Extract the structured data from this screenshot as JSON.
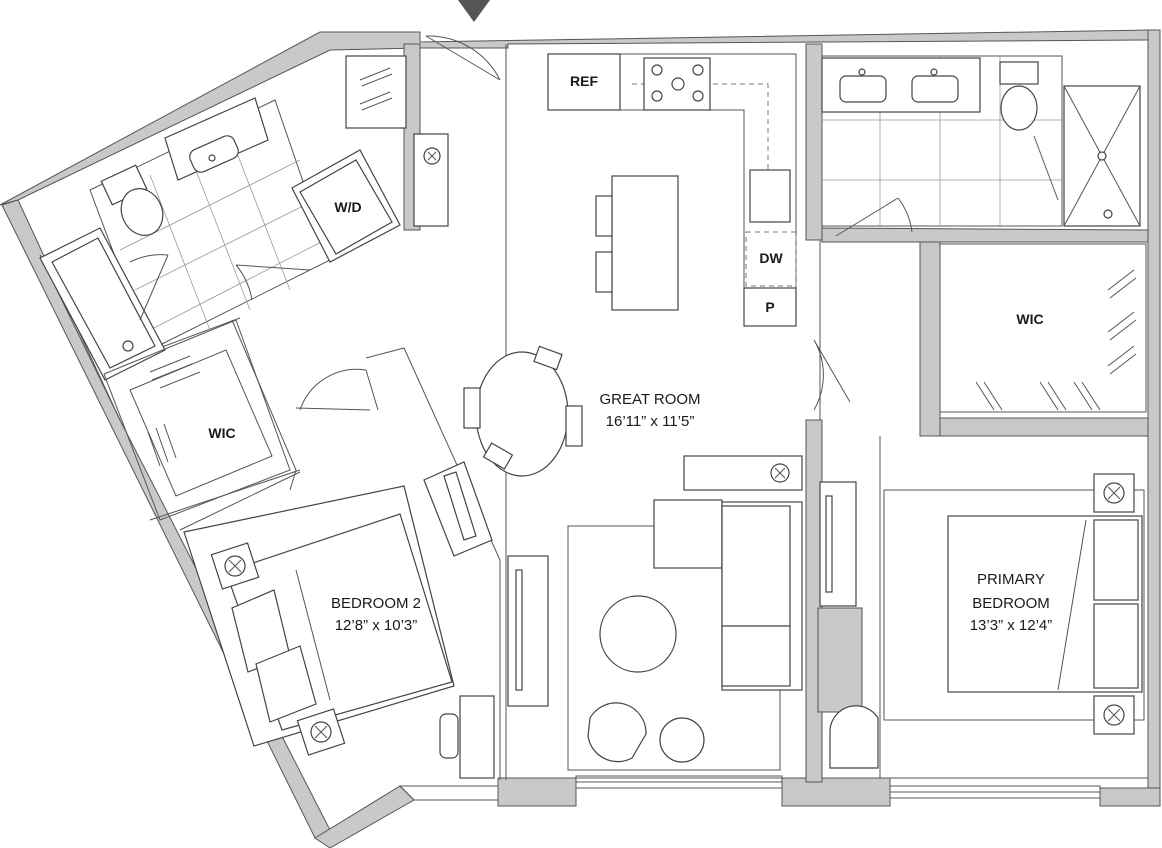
{
  "rooms": {
    "great_room": {
      "name": "GREAT ROOM",
      "dims": "16’11” x 11’5”"
    },
    "bedroom_2": {
      "name": "BEDROOM 2",
      "dims": "12’8” x 10’3”"
    },
    "primary_bedroom": {
      "name_line1": "PRIMARY",
      "name_line2": "BEDROOM",
      "dims": "13’3” x 12’4”"
    },
    "wic_left": {
      "name": "WIC"
    },
    "wic_right": {
      "name": "WIC"
    }
  },
  "appliances": {
    "ref": "REF",
    "dw": "DW",
    "pantry": "P",
    "washer_dryer": "W/D"
  },
  "entry_marker": {
    "icon": "triangle-down-icon",
    "color": "#555555"
  },
  "colors": {
    "wall_fill": "#c9c9c9",
    "line": "#444444",
    "background": "#ffffff"
  }
}
